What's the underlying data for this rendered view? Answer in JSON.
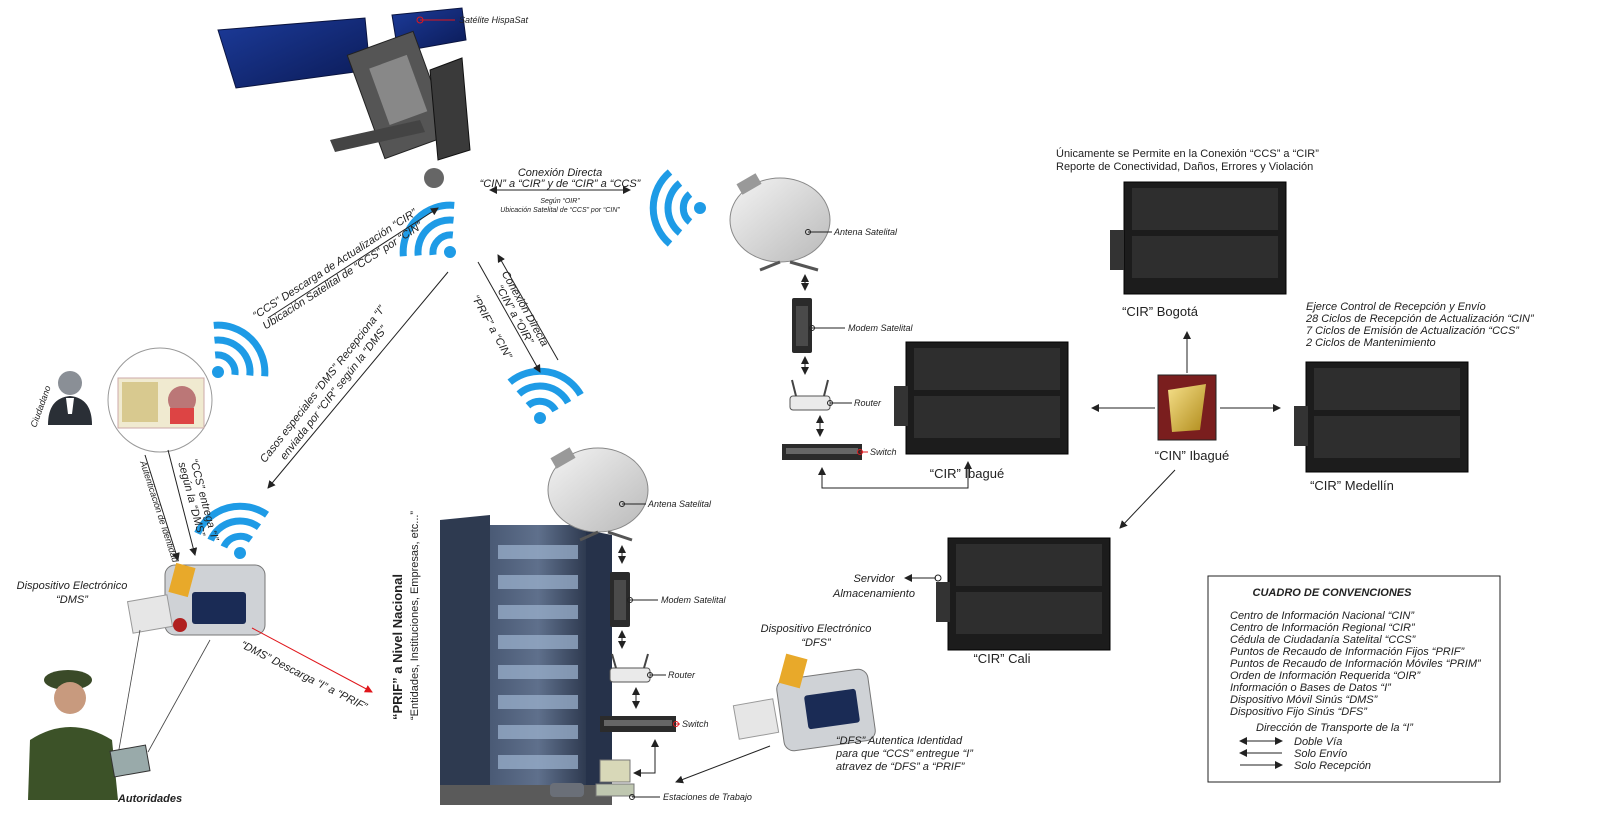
{
  "satellite_label": "Satélite HispaSat",
  "direct_link": {
    "title": "Conexión Directa",
    "subtitle": "“CIN” a “CIR” y de “CIR” a “CCS”",
    "note1": "Según “OIR”",
    "note2": "Ubicación Satelital de “CCS” por “CIN”"
  },
  "link_prif": {
    "line1": "Conexión Directa",
    "line2": "“CIN” a “OIR”",
    "line3": "“PRIF” a “CIN”"
  },
  "link_ccs_update": {
    "line1": "“CCS” Descarga de Actualización “CIR”",
    "line2": "Ubicación Satelital de “CCS” por “CIN”"
  },
  "link_dms_special": {
    "line1": "Casos especiales “DMS” Recepciona “I”",
    "line2": "enviada por “CIR” según la “DMS”"
  },
  "citizen_label": "Ciudadano",
  "auth_label": "Autenticación de Identidad",
  "ccs_delivers": {
    "line1": "“CCS” entrega “I”",
    "line2": "según la “DMS”"
  },
  "dms_device": {
    "line1": "Dispositivo Electrónico",
    "line2": "“DMS”"
  },
  "dms_download": "“DMS” Descarga “I” a “PRIF”",
  "authorities_label": "Autoridades",
  "prif": {
    "line1": "“PRIF” a Nivel Nacional",
    "line2": "“Entidades, Instituciones, Empresas, etc...”"
  },
  "site_a": {
    "antenna": "Antena Satelital",
    "modem": "Modem Satelital",
    "router": "Router",
    "switch": "Switch"
  },
  "site_b": {
    "antenna": "Antena Satelital",
    "modem": "Modem Satelital",
    "router": "Router",
    "switch": "Switch",
    "workstations": "Estaciones de Trabajo"
  },
  "dfs_device": {
    "line1": "Dispositivo Electrónico",
    "line2": "“DFS”"
  },
  "dfs_note": {
    "line1": "“DFS” Autentica Identidad",
    "line2": "para que “CCS” entregue “I”",
    "line3": "atravez de “DFS” a “PRIF”"
  },
  "only_note": {
    "line1": "Únicamente se Permite en la Conexión “CCS” a “CIR”",
    "line2": "Reporte de Conectividad, Daños, Errores y Violación"
  },
  "cir_bogota": "“CIR” Bogotá",
  "cir_ibague": "“CIR” Ibagué",
  "cin_ibague": "“CIN” Ibagué",
  "cir_medellin": "“CIR” Medellín",
  "cir_cali": "“CIR” Cali",
  "storage": {
    "line1": "Servidor",
    "line2": "Almacenamiento"
  },
  "control_note": {
    "line1": "Ejerce Control de Recepción y Envío",
    "line2": "28 Ciclos de Recepción de Actualización “CIN”",
    "line3": "7 Ciclos de Emisión de Actualización “CCS”",
    "line4": "2 Ciclos de Mantenimiento"
  },
  "legend": {
    "title": "CUADRO DE CONVENCIONES",
    "items": [
      "Centro de Información Nacional “CIN”",
      "Centro de Información Regional “CIR”",
      "Cédula de Ciudadanía Satelital “CCS”",
      "Puntos de Recaudo de Información Fijos “PRIF”",
      "Puntos de Recaudo de Información Móviles “PRIM”",
      "Orden de Información Requerida “OIR”",
      "Información o Bases de Datos “I”",
      "Dispositivo Móvil Sinús “DMS”",
      "Dispositivo Fijo Sinús “DFS”"
    ],
    "direction_title": "Dirección de Transporte de la “I”",
    "arrows": [
      "Doble Vía",
      "Solo Envío",
      "Solo Recepción"
    ]
  },
  "colors": {
    "wifi": "#1e9be6",
    "red_arrow": "#e0161b",
    "server_dark": "#1c1c1c",
    "building": "#3d4d66"
  }
}
